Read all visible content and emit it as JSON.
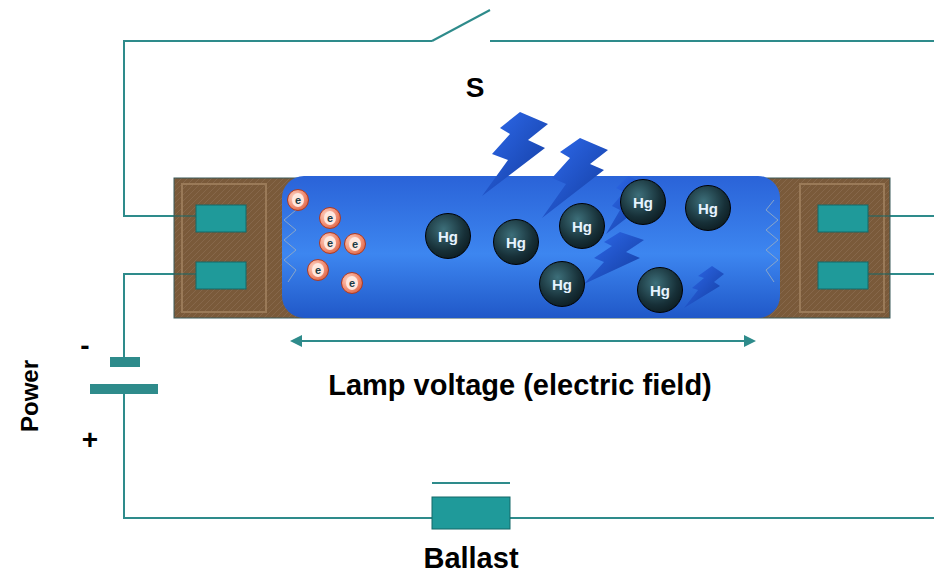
{
  "diagram": {
    "nodes": [
      {
        "text": [
          "e"
        ]
      },
      {
        "text": [
          "e"
        ]
      },
      {
        "text": [
          "e"
        ]
      },
      {
        "text": [
          "e"
        ]
      },
      {
        "text": [
          "e"
        ]
      },
      {
        "text": [
          "e"
        ]
      },
      {
        "text": [
          "Hg"
        ]
      },
      {
        "text": [
          "Hg"
        ]
      },
      {
        "text": [
          "Hg"
        ]
      },
      {
        "text": [
          "Hg"
        ]
      },
      {
        "text": [
          "Hg"
        ]
      },
      {
        "text": [
          "Hg"
        ]
      },
      {
        "text": [
          "Hg"
        ]
      },
      {
        "text": [
          "Ballast"
        ]
      }
    ],
    "labels": [
      "S",
      "Lamp voltage (electric field)",
      "Power",
      "-",
      "+"
    ]
  }
}
